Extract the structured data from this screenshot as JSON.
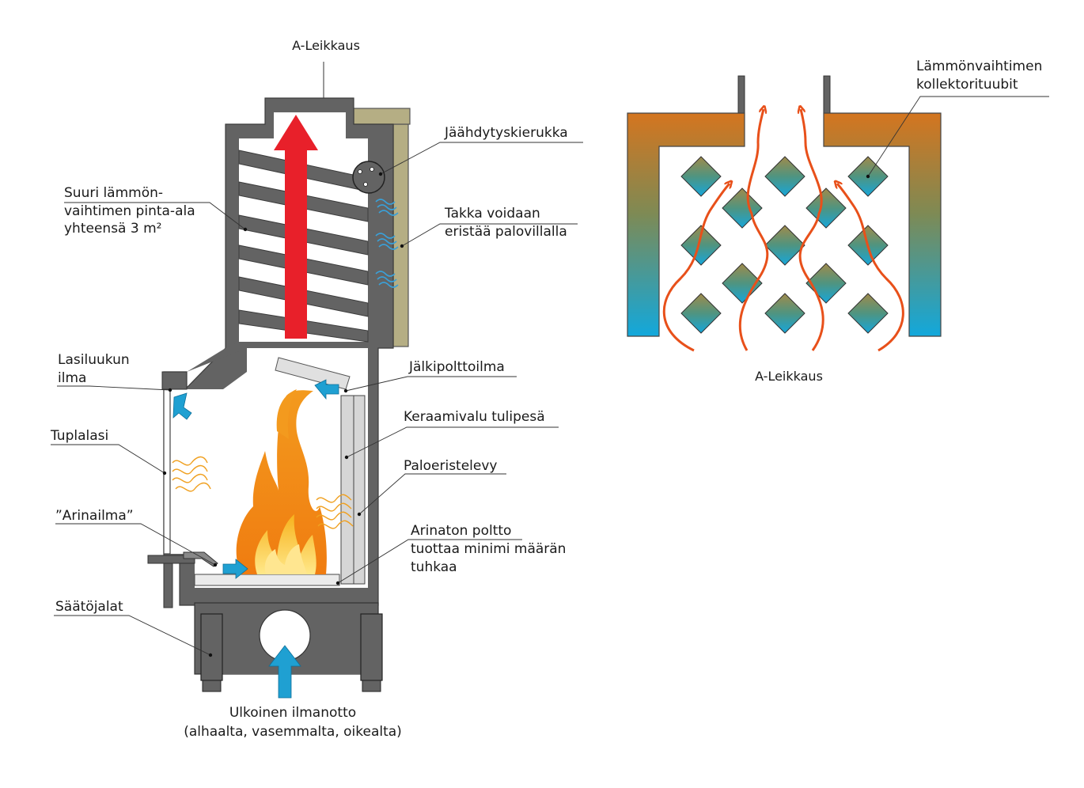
{
  "colors": {
    "wall": "#636363",
    "insulation": "#b5ae84",
    "flame_red": "#e8202a",
    "air_blue": "#1fa0d2",
    "heat_orange": "#e8501a",
    "panel_light": "#d6d6d6"
  },
  "left_diagram": {
    "section_title": "A-Leikkaus",
    "labels": {
      "cooling_coil": "Jäähdytyskierukka",
      "heat_exchanger_line1": "Suuri lämmön-",
      "heat_exchanger_line2": "vaihtimen pinta-ala",
      "heat_exchanger_line3": "yhteensä 3 m²",
      "insulation_line1": "Takka voidaan",
      "insulation_line2": "eristää palovillalla",
      "glass_door_air_line1": "Lasiluukun",
      "glass_door_air_line2": "ilma",
      "afterburn_air": "Jälkipolttoilma",
      "ceramic_firebox": "Keraamivalu tulipesä",
      "double_glass": "Tuplalasi",
      "fire_insulation_board": "Paloeristelevy",
      "grate_air": "”Arinailma”",
      "gratelss_line1": "Arinaton poltto",
      "gratelss_line2": "tuottaa minimi määrän",
      "gratelss_line3": "tuhkaa",
      "adjustable_feet": "Säätöjalat",
      "external_air_line1": "Ulkoinen ilmanotto",
      "external_air_line2": "(alhaalta, vasemmalta, oikealta)"
    }
  },
  "right_diagram": {
    "section_title": "A-Leikkaus",
    "label_line1": "Lämmönvaihtimen",
    "label_line2": "kollektorituubit"
  }
}
